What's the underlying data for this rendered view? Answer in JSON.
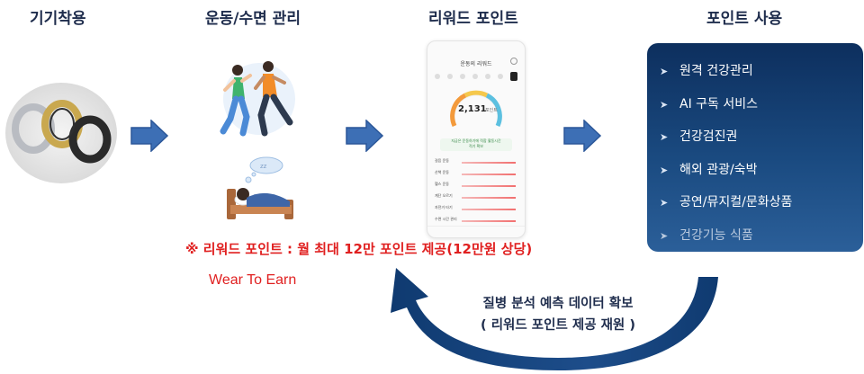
{
  "titles": {
    "wear": "기기착용",
    "manage": "운동/수면 관리",
    "reward": "리워드 포인트",
    "use": "포인트 사용"
  },
  "phone": {
    "header": "운동의 리워드",
    "points_value": "2,131",
    "points_unit": "포인트",
    "banner_line1": "지금은 운동하기에 적합 활동시간",
    "banner_line2": "적기 확보",
    "rows": [
      "걸음 운동",
      "산책 운동",
      "헬스 운동",
      "계단 오르기",
      "자전거 타기",
      "수면 시간 관리"
    ]
  },
  "point_uses": [
    {
      "label": "원격 건강관리",
      "faded": false
    },
    {
      "label": "AI 구독 서비스",
      "faded": false
    },
    {
      "label": "건강검진권",
      "faded": false
    },
    {
      "label": "해외 관광/숙박",
      "faded": false
    },
    {
      "label": "공연/뮤지컬/문화상품",
      "faded": false
    },
    {
      "label": "건강기능 식품",
      "faded": true
    }
  ],
  "reward_note": "※ 리워드 포인트 : 월 최대 12만 포인트 제공(12만원 상당)",
  "wear_to_earn": "Wear To Earn",
  "disease": {
    "line1": "질병 분석 예측 데이터 확보",
    "line2": "( 리워드 포인트 제공 재원 )"
  },
  "colors": {
    "title": "#1f2d4d",
    "arrow": "#3d6fb5",
    "panel": "#0d2f5e",
    "accent_red": "#e02020"
  }
}
